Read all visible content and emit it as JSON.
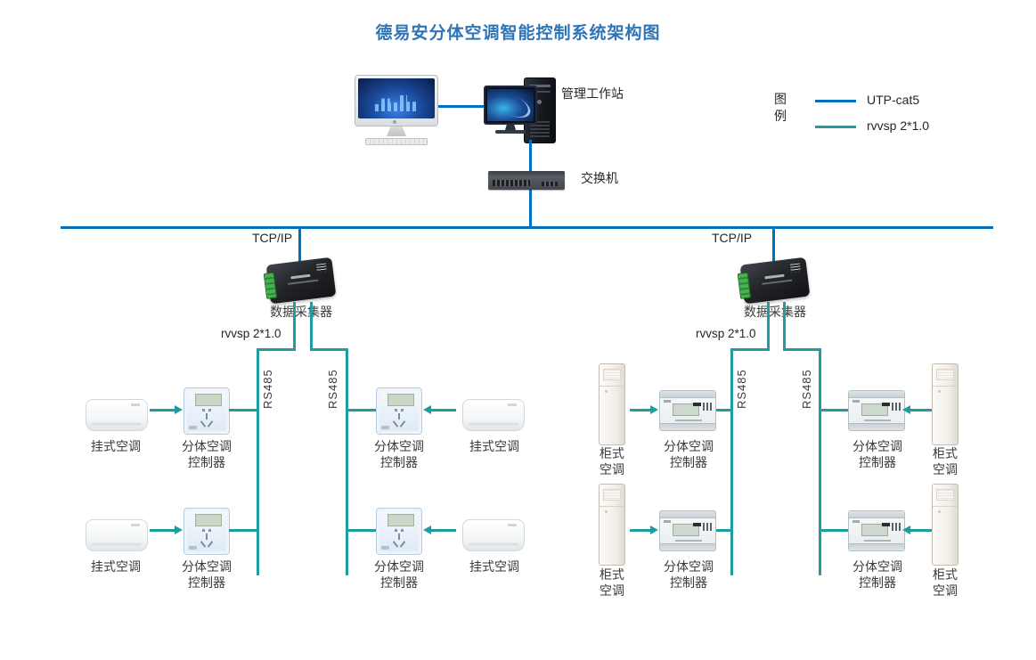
{
  "title": "德易安分体空调智能控制系统架构图",
  "colors": {
    "utp_cat5": "#0070C0",
    "rvvsp": "#1E9C9F",
    "title": "#2E74B6"
  },
  "legend": {
    "heading": "图例",
    "items": [
      {
        "label": "UTP-cat5",
        "color": "#0070C0"
      },
      {
        "label": "rvvsp 2*1.0",
        "color": "#1E9C9F"
      }
    ]
  },
  "workstation": {
    "label": "管理工作站"
  },
  "network_switch": {
    "label": "交换机"
  },
  "branches": {
    "left": {
      "tcpip": "TCP/IP",
      "collector": "数据采集器",
      "cable": "rvvsp 2*1.0",
      "rs485_a": "RS485",
      "rs485_b": "RS485"
    },
    "right": {
      "tcpip": "TCP/IP",
      "collector": "数据采集器",
      "cable": "rvvsp 2*1.0",
      "rs485_a": "RS485",
      "rs485_b": "RS485"
    }
  },
  "groups": [
    {
      "ac_type": "wall",
      "ac_label": "挂式空调",
      "controller_label": "分体空调控制器"
    },
    {
      "ac_type": "wall",
      "ac_label": "挂式空调",
      "controller_label": "分体空调控制器"
    },
    {
      "ac_type": "cabinet",
      "ac_label": "柜式空调",
      "controller_label": "分体空调控制器"
    },
    {
      "ac_type": "cabinet",
      "ac_label": "柜式空调",
      "controller_label": "分体空调控制器"
    },
    {
      "ac_type": "wall",
      "ac_label": "挂式空调",
      "controller_label": "分体空调控制器"
    },
    {
      "ac_type": "wall",
      "ac_label": "挂式空调",
      "controller_label": "分体空调控制器"
    },
    {
      "ac_type": "cabinet",
      "ac_label": "柜式空调",
      "controller_label": "分体空调控制器"
    },
    {
      "ac_type": "cabinet",
      "ac_label": "柜式空调",
      "controller_label": "分体空调控制器"
    }
  ]
}
